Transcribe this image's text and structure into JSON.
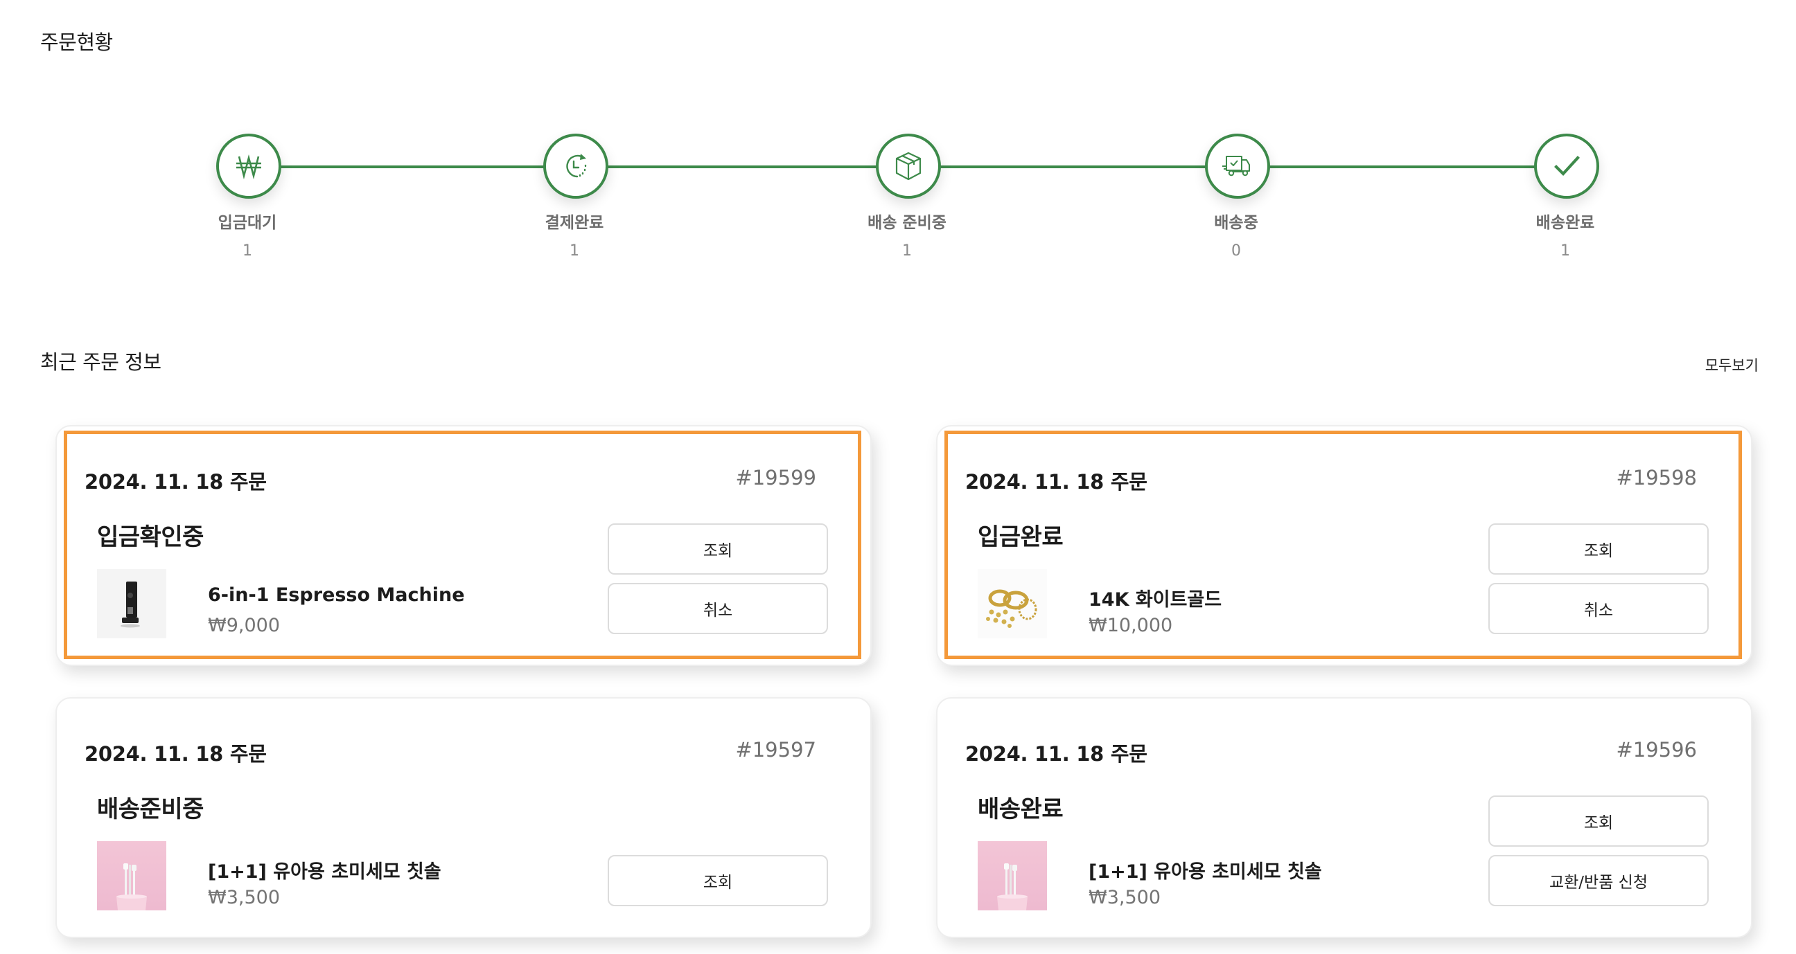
{
  "status_section": {
    "title": "주문현황",
    "accent_color": "#3d8a4a",
    "steps": [
      {
        "label": "입금대기",
        "count": "1",
        "icon": "won-icon"
      },
      {
        "label": "결제완료",
        "count": "1",
        "icon": "clock-refresh-icon"
      },
      {
        "label": "배송 준비중",
        "count": "1",
        "icon": "box-icon"
      },
      {
        "label": "배송중",
        "count": "0",
        "icon": "delivery-truck-icon"
      },
      {
        "label": "배송완료",
        "count": "1",
        "icon": "checkmark-icon"
      }
    ]
  },
  "recent_section": {
    "title": "최근 주문 정보",
    "view_all_label": "모두보기",
    "highlight_color": "#f4993a",
    "orders": [
      {
        "date": "2024. 11. 18 주문",
        "order_no": "#19599",
        "status": "입금확인중",
        "product_name": "6-in-1 Espresso Machine",
        "price": "₩9,000",
        "thumbnail": "espresso-machine-image",
        "buttons": [
          "조회",
          "취소"
        ]
      },
      {
        "date": "2024. 11. 18 주문",
        "order_no": "#19598",
        "status": "입금완료",
        "product_name": "14K 화이트골드",
        "price": "₩10,000",
        "thumbnail": "gold-rings-image",
        "buttons": [
          "조회",
          "취소"
        ]
      },
      {
        "date": "2024. 11. 18 주문",
        "order_no": "#19597",
        "status": "배송준비중",
        "product_name": "[1+1] 유아용 초미세모 칫솔",
        "price": "₩3,500",
        "thumbnail": "toothbrush-image",
        "buttons": [
          "조회"
        ]
      },
      {
        "date": "2024. 11. 18 주문",
        "order_no": "#19596",
        "status": "배송완료",
        "product_name": "[1+1] 유아용 초미세모 칫솔",
        "price": "₩3,500",
        "thumbnail": "toothbrush-image",
        "buttons": [
          "조회",
          "교환/반품 신청"
        ]
      }
    ]
  }
}
